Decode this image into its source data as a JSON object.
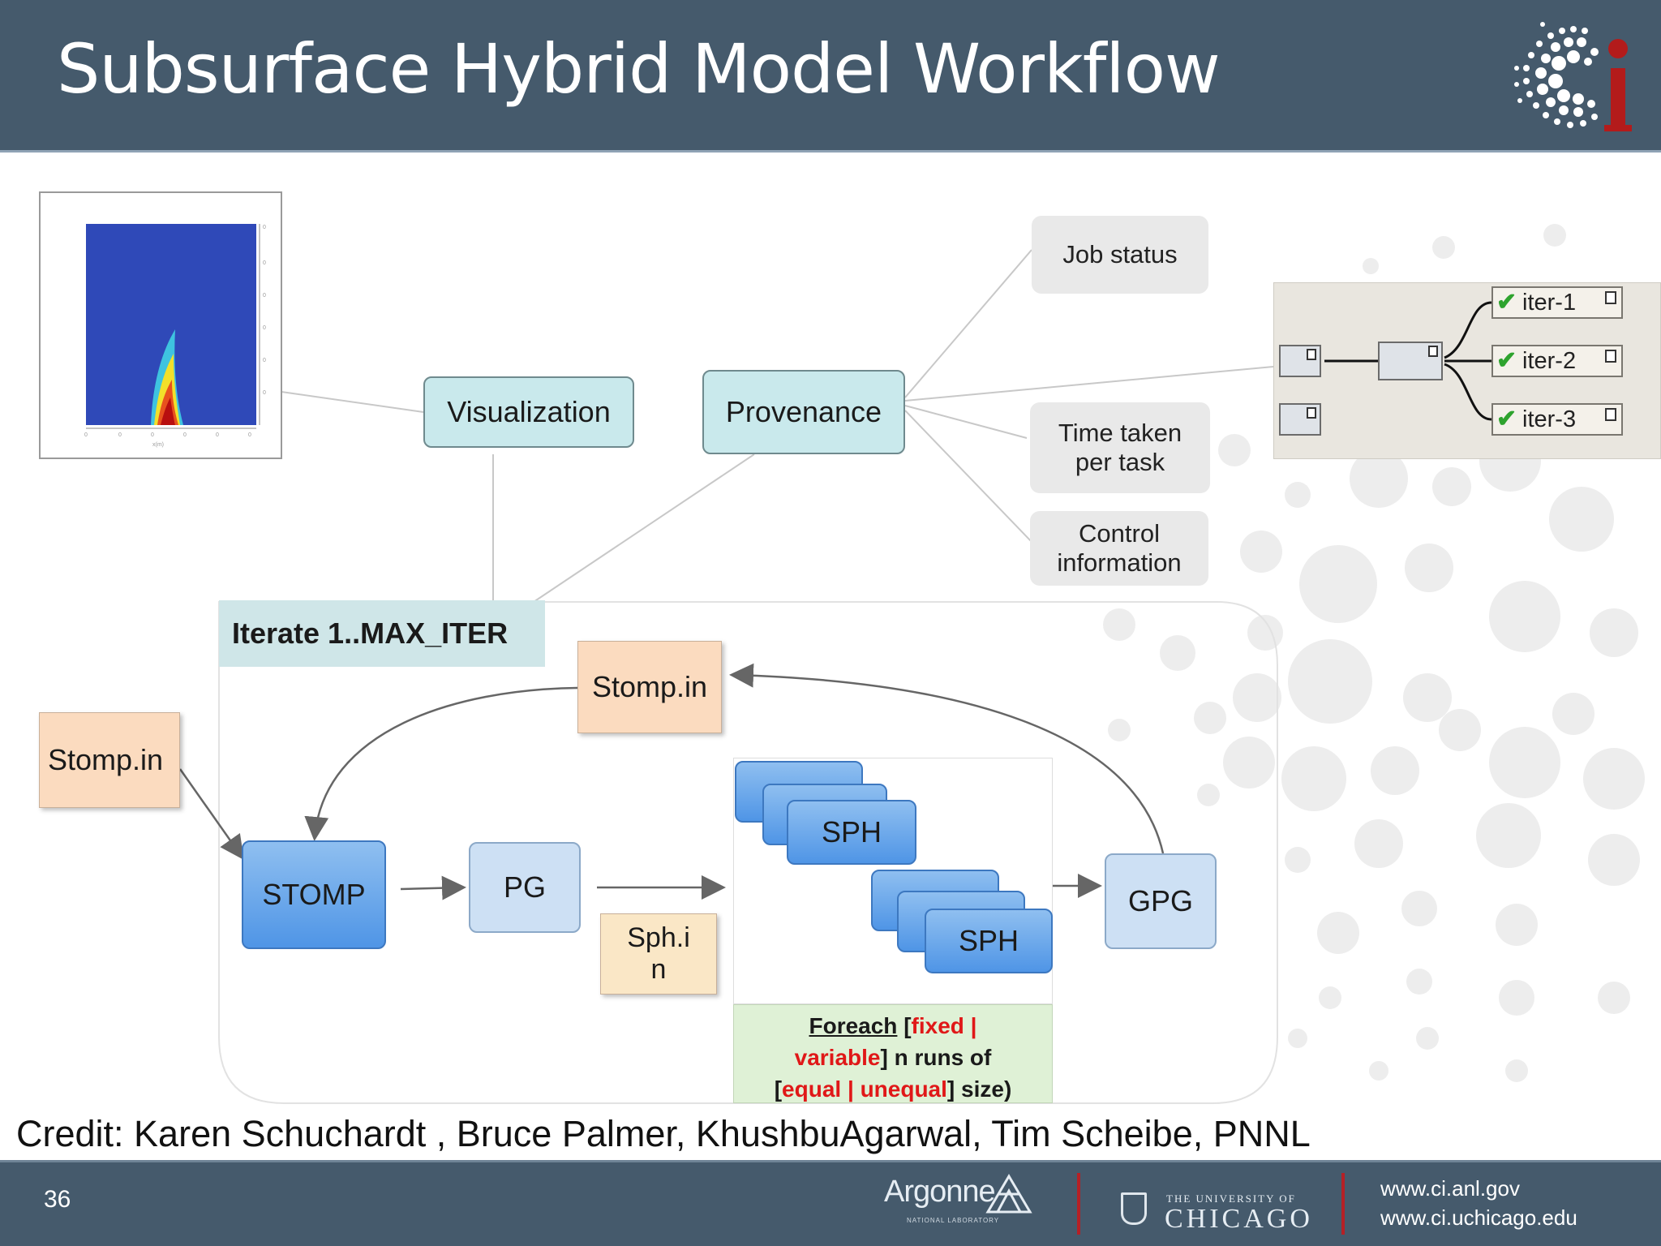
{
  "slide": {
    "title": "Subsurface Hybrid Model Workflow",
    "number": "36",
    "credit": "Credit: Karen Schuchardt , Bruce Palmer, KhushbuAgarwal, Tim Scheibe, PNNL"
  },
  "footer": {
    "argonne": "Argonne",
    "argonne_sub": "NATIONAL LABORATORY",
    "chicago_small": "THE UNIVERSITY OF",
    "chicago_big": "CHICAGO",
    "url_1": "www.ci.anl.gov",
    "url_2": "www.ci.uchicago.edu"
  },
  "diagram": {
    "visualization": "Visualization",
    "provenance": "Provenance",
    "job_status": "Job status",
    "time_taken_1": "Time taken",
    "time_taken_2": "per task",
    "control_1": "Control",
    "control_2": "information",
    "iterate": "Iterate  1..MAX_ITER",
    "stomp_in_outer": "Stomp.in",
    "stomp_in_inner": "Stomp.in",
    "stomp": "STOMP",
    "pg": "PG",
    "sph_in_1": "Sph.i",
    "sph_in_2": "n",
    "sph_top": "SPH",
    "sph_bottom": "SPH",
    "gpg": "GPG",
    "foreach": {
      "w1": "Foreach",
      "w2": "[",
      "w3": "fixed |",
      "w4": "variable",
      "w5": "] n runs of",
      "w6": "[",
      "w7": "equal | unequal",
      "w8": "] size)"
    }
  },
  "provenance_graph": {
    "iters": [
      "iter-1",
      "iter-2",
      "iter-3"
    ]
  },
  "colors": {
    "header": "#455a6c",
    "teal_node": "#c9e9ec",
    "blue_node": "#4f95e6",
    "peach_note": "#fbdbbf",
    "foreach_bg": "#dff1d6",
    "accent_red": "#b52026"
  }
}
